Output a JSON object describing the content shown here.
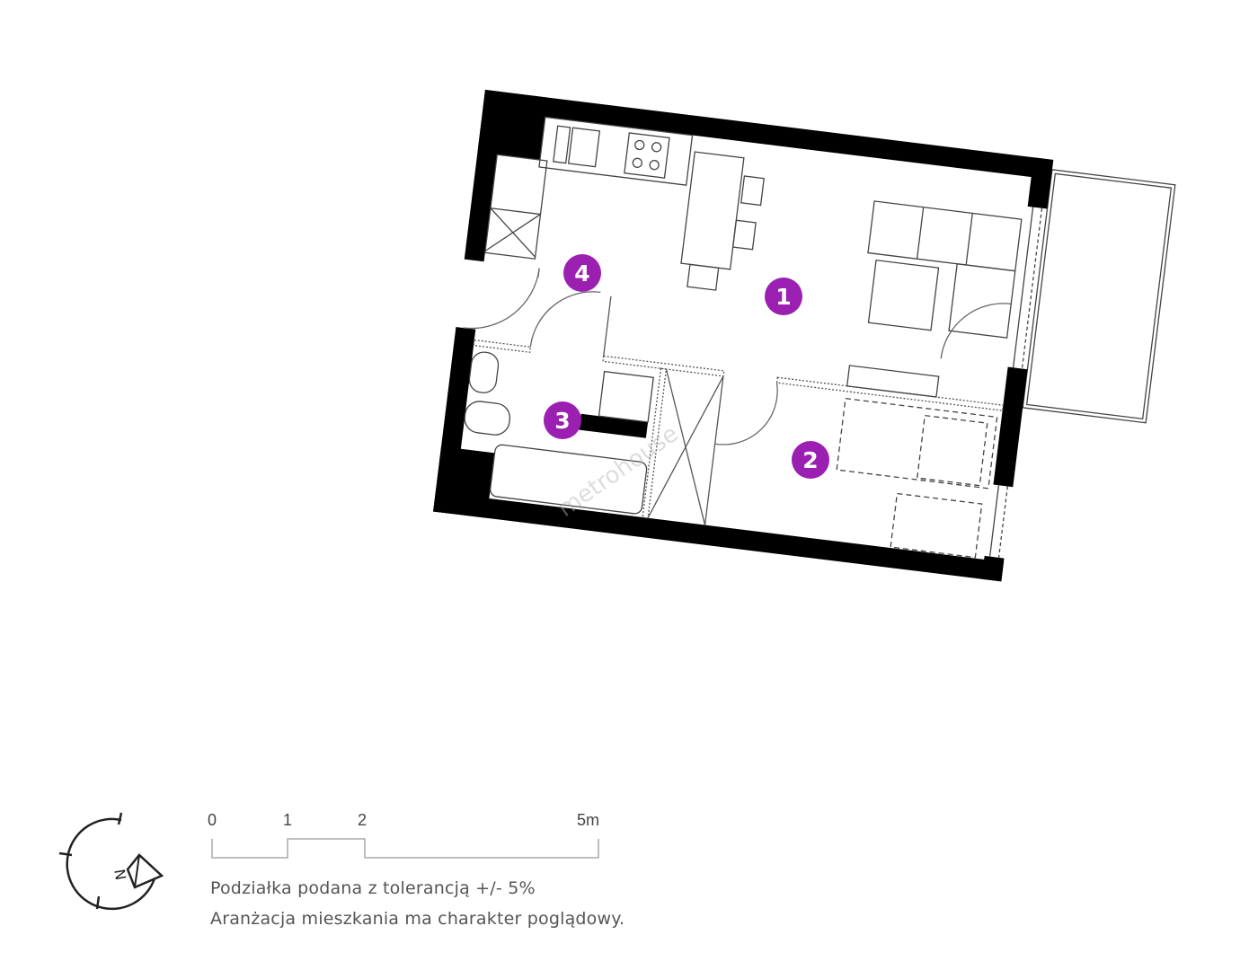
{
  "rooms": [
    {
      "number": "1"
    },
    {
      "number": "2"
    },
    {
      "number": "3"
    },
    {
      "number": "4"
    }
  ],
  "colors": {
    "badge": "#9b1fb0",
    "wall": "#000000",
    "line": "#444444"
  },
  "watermark": "metrohouse",
  "compass": {
    "label": "N"
  },
  "scale": {
    "ticks": [
      "0",
      "1",
      "2",
      "5m"
    ]
  },
  "notes": [
    "Podziałka podana z tolerancją +/- 5%",
    "Aranżacja mieszkania ma charakter poglądowy."
  ]
}
